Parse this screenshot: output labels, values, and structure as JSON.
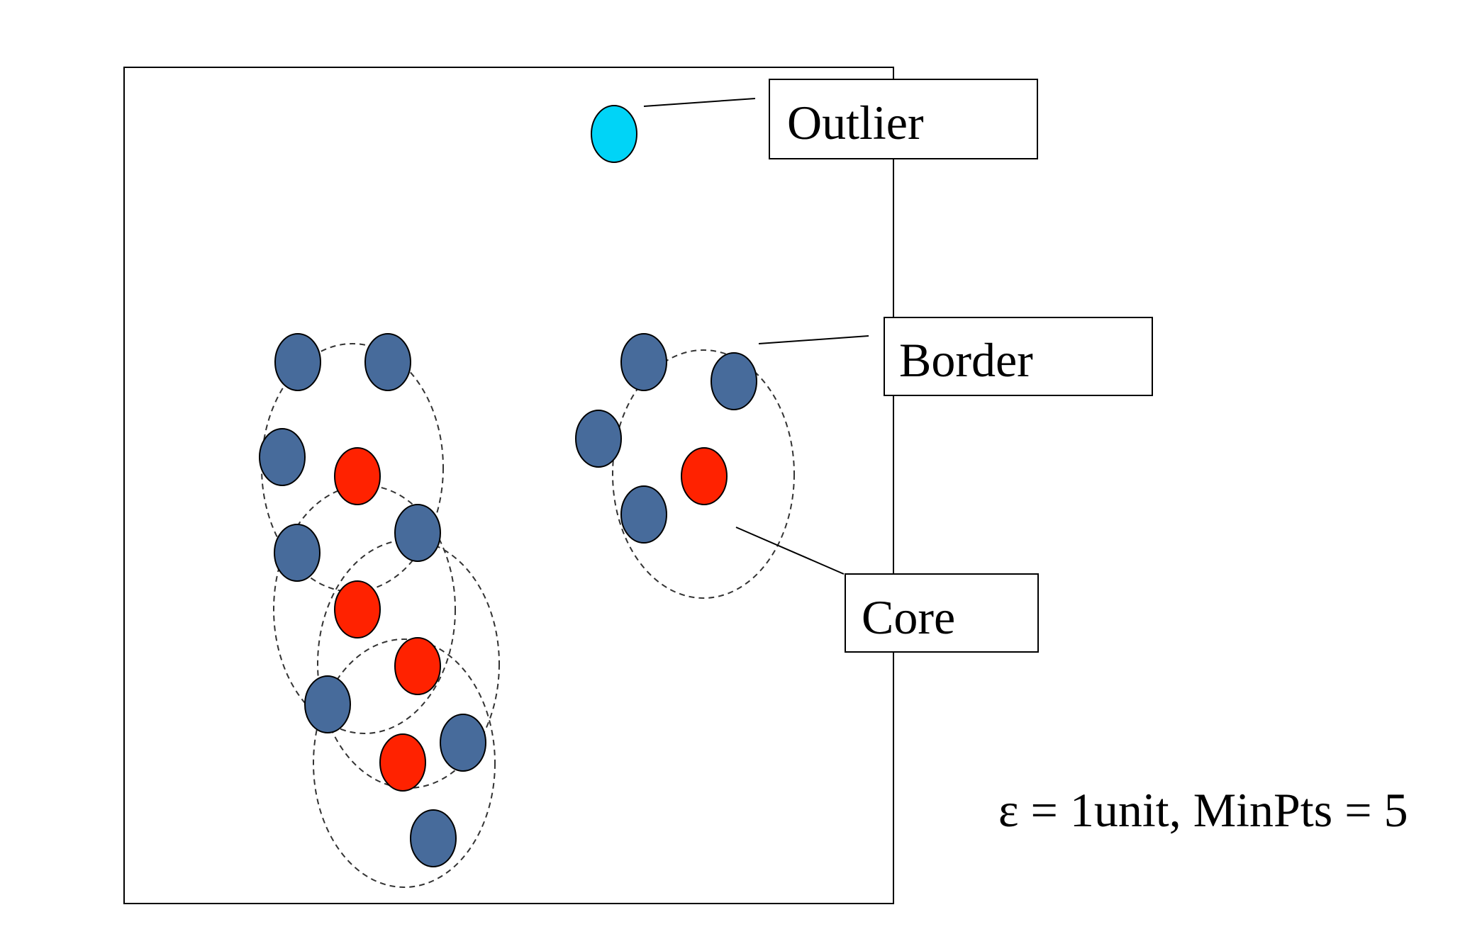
{
  "labels": {
    "outlier": "Outlier",
    "border": "Border",
    "core": "Core"
  },
  "parameters": "ε = 1unit, MinPts = 5",
  "colors": {
    "border_point": "#476b9b",
    "core_point": "#ff2200",
    "outlier_point": "#00d4f7",
    "outline": "#000000",
    "neighborhood": "#333333"
  },
  "legend_types": {
    "core": "red",
    "border": "dark blue",
    "outlier": "cyan"
  }
}
